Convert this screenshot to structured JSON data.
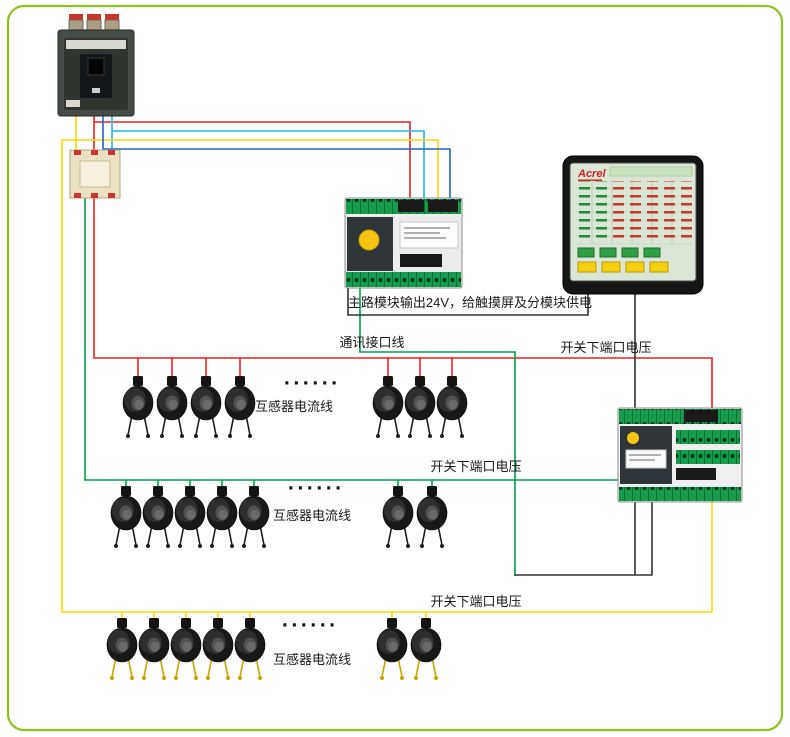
{
  "colors": {
    "red": "#f01e1e",
    "yellow": "#ffd800",
    "cyan": "#29b6e8",
    "blue": "#2563cf",
    "green": "#00a04a",
    "black": "#333333",
    "border": "#8fc31f"
  },
  "labels": {
    "power24v": "主路模块输出24V，给触摸屏及分模块供电",
    "comm": "通讯接口线",
    "switch_voltage_1": "开关下端口电压",
    "switch_voltage_2": "开关下端口电压",
    "switch_voltage_3": "开关下端口电压",
    "ct_line_1": "互感器电流线",
    "ct_line_2": "互感器电流线",
    "ct_line_3": "互感器电流线",
    "dots": "······",
    "screen_brand": "Acrel"
  }
}
